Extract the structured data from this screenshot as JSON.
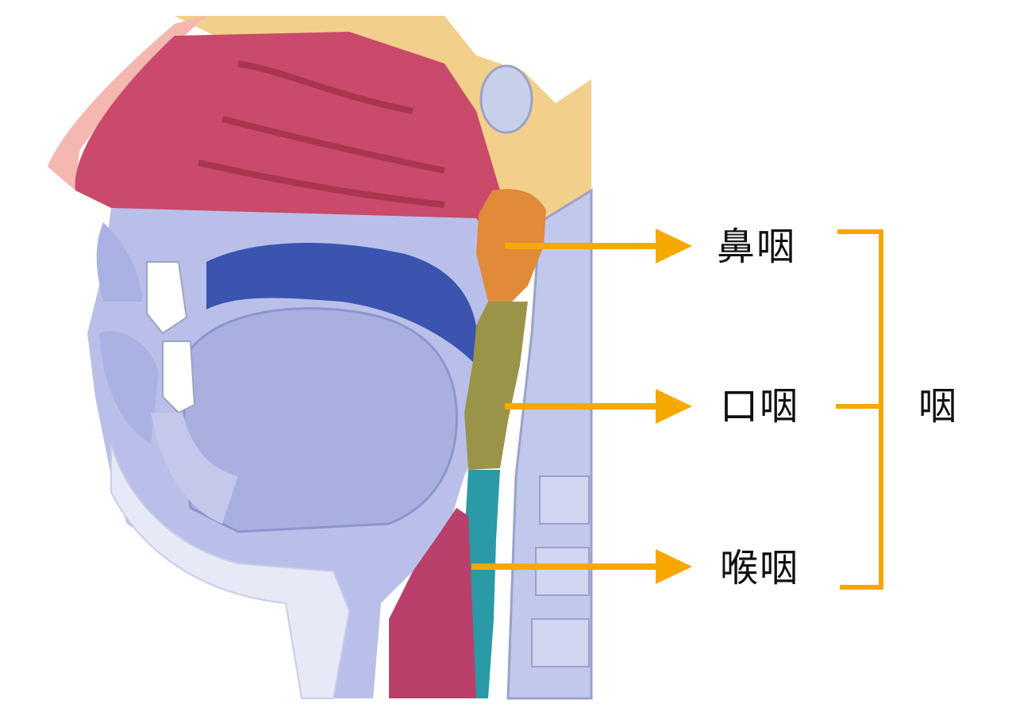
{
  "labels": {
    "nasopharynx": "鼻咽",
    "oropharynx": "口咽",
    "laryngopharynx": "喉咽",
    "pharynx": "咽"
  },
  "colors": {
    "arrow": "#f7a800",
    "bracket": "#f7a800",
    "nasopharynx_region": "#e08a3a",
    "oropharynx_region": "#9a9448",
    "laryngopharynx_region": "#2a9aa6",
    "nasal_cavity": "#c94a6a",
    "oral_cavity": "#3b54b0",
    "tissue": "#b9bfe8",
    "bone": "#f2cf8a",
    "esophagus": "#b8406a"
  }
}
